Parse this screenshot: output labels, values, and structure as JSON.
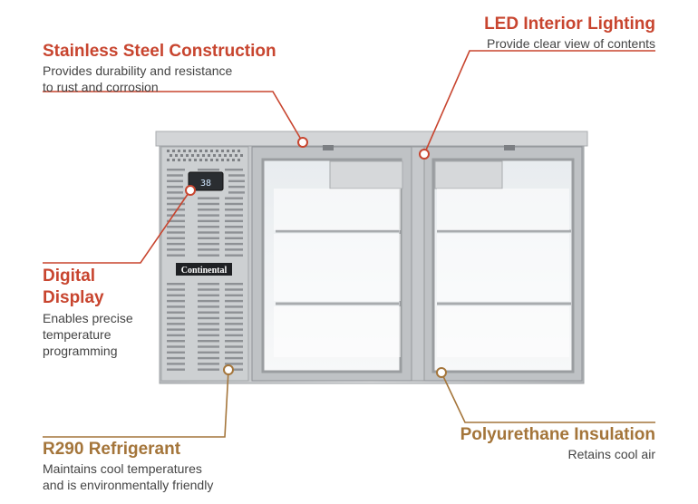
{
  "colors": {
    "accent_red": "#c8452f",
    "accent_gold": "#a4753a",
    "text_gray": "#444444",
    "steel": "#c9cbcd"
  },
  "callouts": {
    "stainless": {
      "title": "Stainless Steel Construction",
      "desc_lines": [
        "Provides durability and resistance",
        "to rust and corrosion"
      ]
    },
    "led": {
      "title": "LED Interior Lighting",
      "desc_lines": [
        "Provide clear view of contents"
      ]
    },
    "digital": {
      "title_lines": [
        "Digital",
        "Display"
      ],
      "desc_lines": [
        "Enables precise",
        "temperature",
        "programming"
      ]
    },
    "refrigerant": {
      "title": "R290 Refrigerant",
      "desc_lines": [
        "Maintains cool temperatures",
        "and is environmentally friendly"
      ]
    },
    "insulation": {
      "title": "Polyurethane Insulation",
      "desc_lines": [
        "Retains cool air"
      ]
    }
  },
  "product": {
    "brand": "Continental",
    "display_reading": "38"
  }
}
